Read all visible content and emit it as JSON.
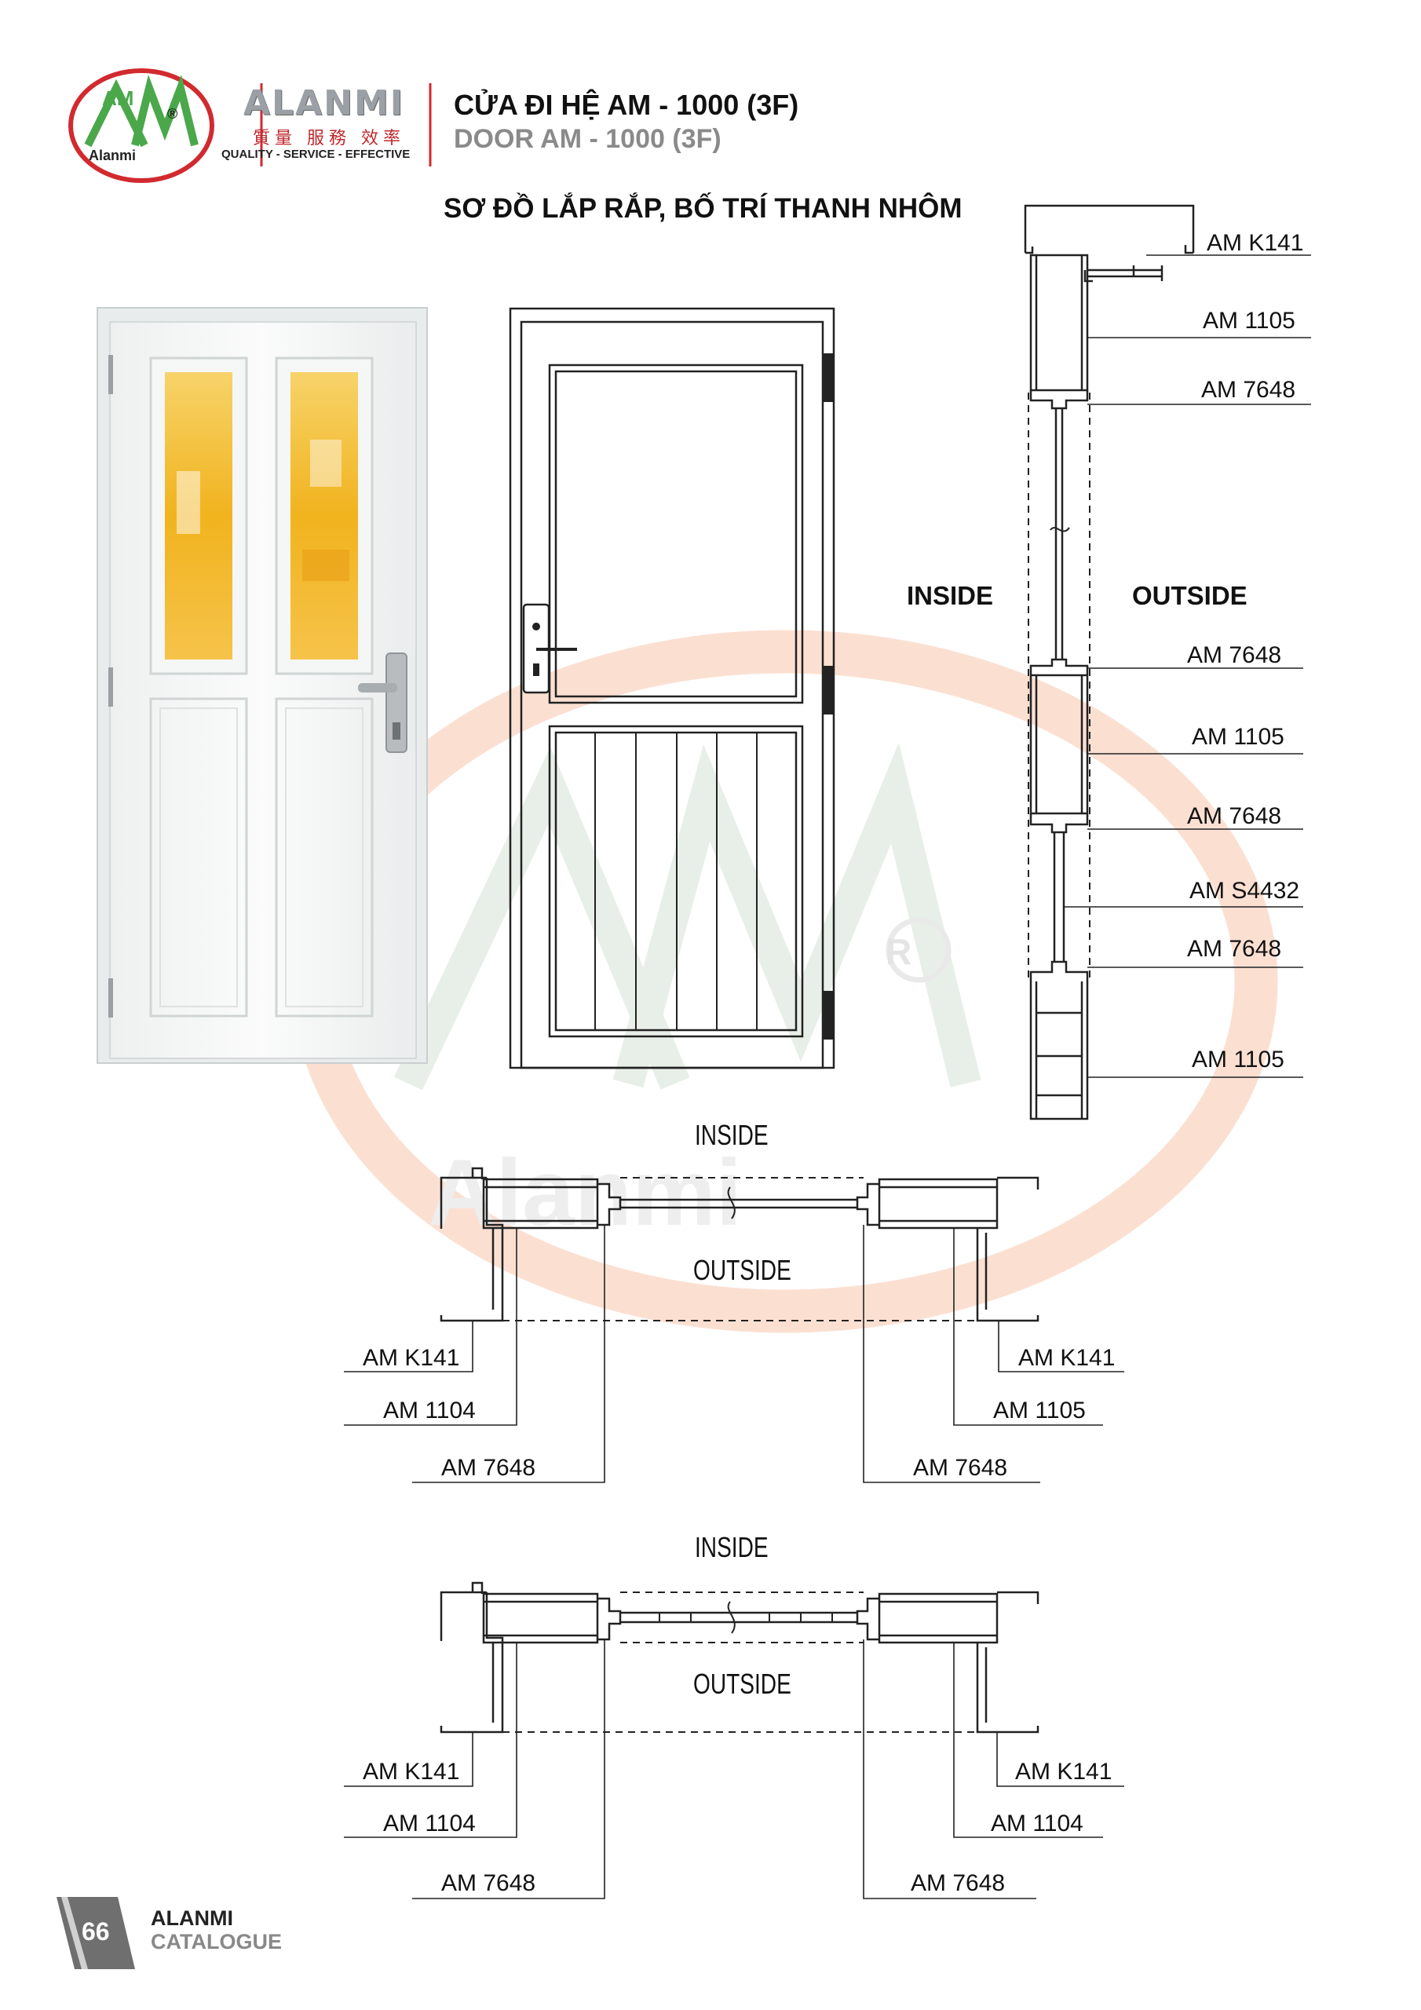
{
  "header": {
    "logo_mark": "AM",
    "logo_registered": "®",
    "logo_wordmark": "Alanmi",
    "brand_name": "ALANMI",
    "brand_chinese": "質量 服務 效率",
    "brand_tagline": "QUALITY - SERVICE - EFFECTIVE",
    "title_vn": "CỬA ĐI HỆ AM - 1000 (3F)",
    "title_en": "DOOR AM - 1000 (3F)"
  },
  "heading": "SƠ ĐỒ LẮP RẮP, BỐ TRÍ THANH NHÔM",
  "vertical_section": {
    "inside_label": "INSIDE",
    "outside_label": "OUTSIDE",
    "callouts": [
      "AM K141",
      "AM 1105",
      "AM 7648",
      "AM 7648",
      "AM 1105",
      "AM 7648",
      "AM S4432",
      "AM 7648",
      "AM 1105"
    ]
  },
  "horizontal_section_1": {
    "inside_label": "INSIDE",
    "outside_label": "OUTSIDE",
    "left_callouts": [
      "AM K141",
      "AM 1104",
      "AM 7648"
    ],
    "right_callouts": [
      "AM K141",
      "AM 1105",
      "AM 7648"
    ]
  },
  "horizontal_section_2": {
    "inside_label": "INSIDE",
    "outside_label": "OUTSIDE",
    "left_callouts": [
      "AM K141",
      "AM 1104",
      "AM 7648"
    ],
    "right_callouts": [
      "AM K141",
      "AM 1104",
      "AM 7648"
    ]
  },
  "footer": {
    "page_number": "66",
    "brand": "ALANMI",
    "subtitle": "CATALOGUE"
  },
  "colors": {
    "brand_red": "#d12a2f",
    "brand_green": "#4aa84a",
    "glass_amber": "#f2b320",
    "line": "#222222",
    "gray_text": "#8a8a8a"
  }
}
